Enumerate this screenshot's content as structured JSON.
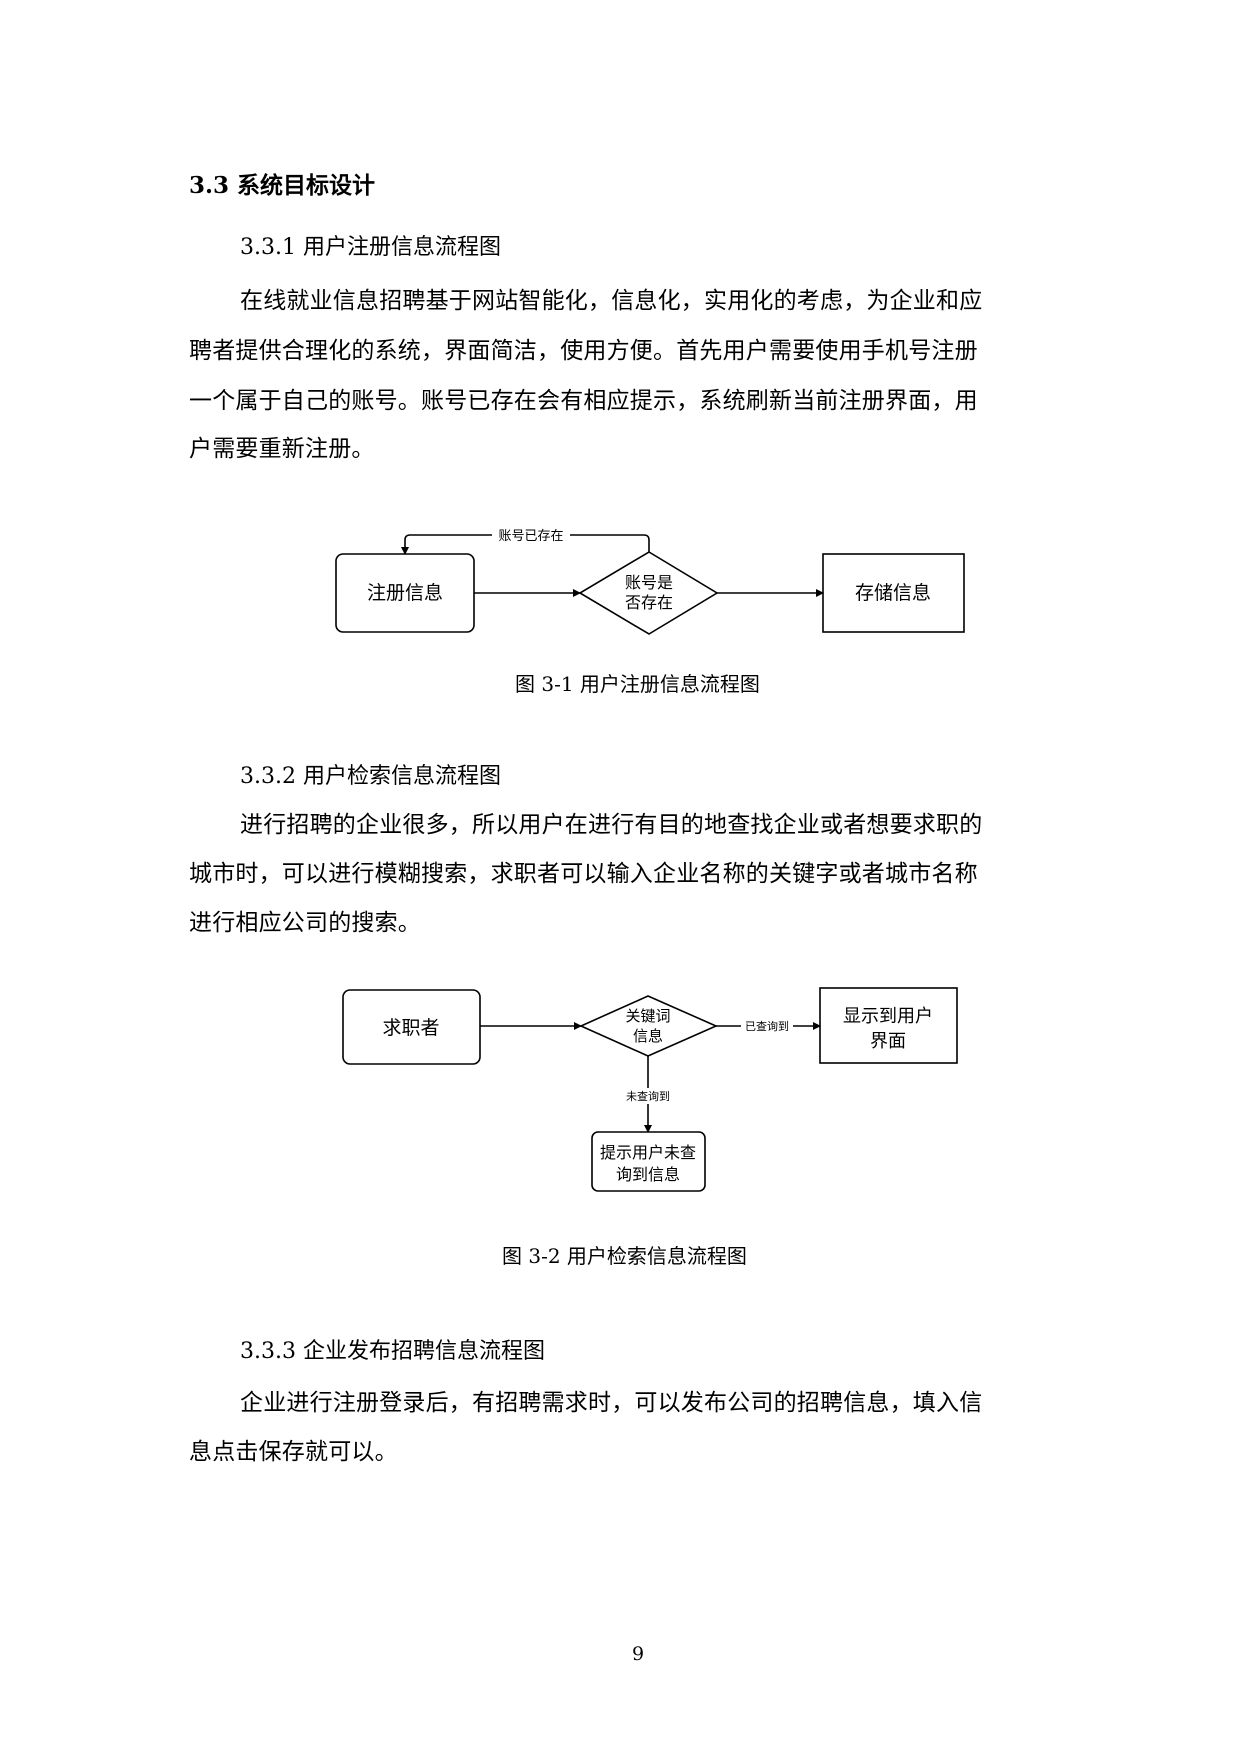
{
  "section": {
    "heading": "3.3 系统目标设计",
    "subsections": [
      {
        "heading": "3.3.1 用户注册信息流程图",
        "paragraph_lines": [
          "在线就业信息招聘基于网站智能化，信息化，实用化的考虑，为企业和应",
          "聘者提供合理化的系统，界面简洁，使用方便。首先用户需要使用手机号注册",
          "一个属于自己的账号。账号已存在会有相应提示，系统刷新当前注册界面，用",
          "户需要重新注册。"
        ],
        "figure": {
          "caption": "图 3-1 用户注册信息流程图",
          "nodes": {
            "register": "注册信息",
            "check_line1": "账号是",
            "check_line2": "否存在",
            "store": "存储信息"
          },
          "edges": {
            "exists": "账号已存在"
          }
        }
      },
      {
        "heading": "3.3.2 用户检索信息流程图",
        "paragraph_lines": [
          "进行招聘的企业很多，所以用户在进行有目的地查找企业或者想要求职的",
          "城市时，可以进行模糊搜索，求职者可以输入企业名称的关键字或者城市名称",
          "进行相应公司的搜索。"
        ],
        "figure": {
          "caption": "图 3-2 用户检索信息流程图",
          "nodes": {
            "seeker": "求职者",
            "keyword_line1": "关键词",
            "keyword_line2": "信息",
            "display_line1": "显示到用户",
            "display_line2": "界面",
            "notfound_line1": "提示用户未查",
            "notfound_line2": "询到信息"
          },
          "edges": {
            "found": "已查询到",
            "not_found": "未查询到"
          }
        }
      },
      {
        "heading": "3.3.3 企业发布招聘信息流程图",
        "paragraph_lines": [
          "企业进行注册登录后，有招聘需求时，可以发布公司的招聘信息，填入信",
          "息点击保存就可以。"
        ]
      }
    ]
  },
  "page_number": "9"
}
